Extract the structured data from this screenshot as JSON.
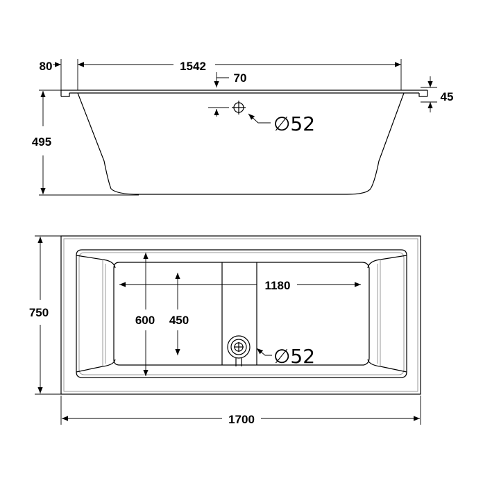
{
  "side_view": {
    "dim_rim_width": "80",
    "dim_inner_length": "1542",
    "dim_overflow_offset": "70",
    "dim_rim_height": "45",
    "dim_depth": "495",
    "overflow_diameter": "∅52"
  },
  "top_view": {
    "dim_width": "750",
    "dim_basin_width": "600",
    "dim_floor_width": "450",
    "dim_floor_length": "1180",
    "dim_total_length": "1700",
    "drain_diameter": "∅52"
  }
}
